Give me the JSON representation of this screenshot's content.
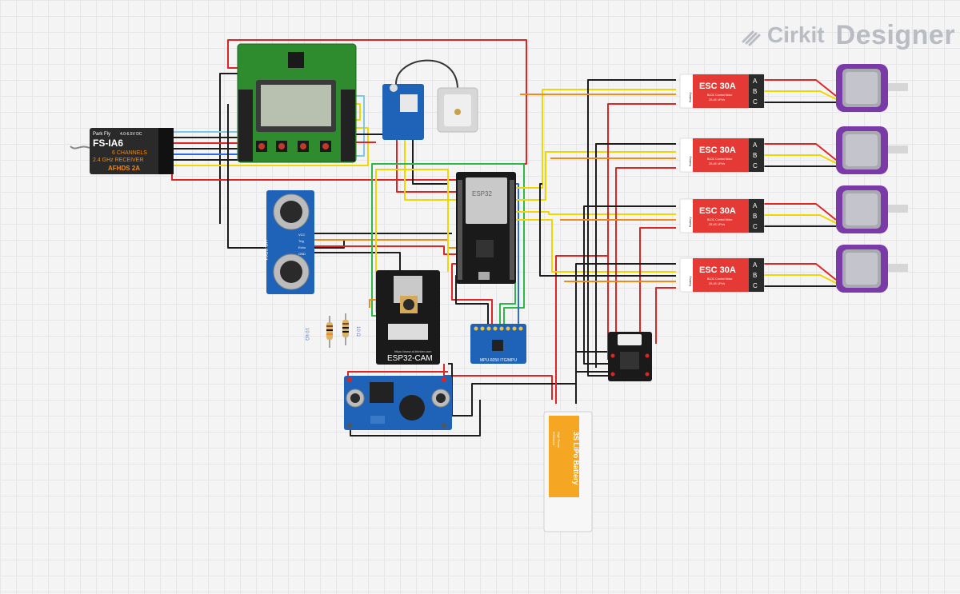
{
  "brand": {
    "name_part1": "Cirkit",
    "name_part2": "Designer"
  },
  "components": {
    "receiver": {
      "brand": "Park Fly",
      "model": "FS-IA6",
      "spec_line": "4.0-6.5V DC",
      "channels": "6 CHANNELS",
      "band": "2.4 GHz RECEIVER",
      "feature": "AFHDS 2A"
    },
    "esp32_cam": {
      "label": "ESP32-CAM",
      "url": "https://www.ai-thinker.com"
    },
    "esp32_devkit": {
      "label": "ESP32"
    },
    "ultrasonic": {
      "label": "HC-SR04",
      "pins": [
        "VCC",
        "Trig",
        "Echo",
        "GND"
      ]
    },
    "imu": {
      "label": "MPU-6050 ITG/MPU"
    },
    "battery": {
      "title": "3S LiPo Battery",
      "line1": "High Power",
      "line2": "5000mAh"
    },
    "resistors": [
      {
        "value": "10 kΩ"
      },
      {
        "value": "10 Ω"
      }
    ],
    "escs": [
      {
        "title": "ESC 30A",
        "line1": "BLDC Control Motor",
        "line2": "2S-4S LiPo's",
        "side": "Battery",
        "phases": [
          "A",
          "B",
          "C"
        ]
      },
      {
        "title": "ESC 30A",
        "line1": "BLDC Control Motor",
        "line2": "2S-4S LiPo's",
        "side": "Battery",
        "phases": [
          "A",
          "B",
          "C"
        ]
      },
      {
        "title": "ESC 30A",
        "line1": "BLDC Control Motor",
        "line2": "2S-4S LiPo's",
        "side": "Battery",
        "phases": [
          "A",
          "B",
          "C"
        ]
      },
      {
        "title": "ESC 30A",
        "line1": "BLDC Control Motor",
        "line2": "2S-4S LiPo's",
        "side": "Battery",
        "phases": [
          "A",
          "B",
          "C"
        ]
      }
    ]
  },
  "colors": {
    "wire_red": "#e02424",
    "wire_black": "#1c1c1c",
    "wire_yellow": "#f2d600",
    "wire_green": "#2fb84a",
    "wire_blue": "#2d6be0",
    "wire_lightblue": "#7ec8e3",
    "wire_orange": "#f08a1a",
    "wire_gray": "#9a9a9a",
    "esc_red": "#e53935",
    "board_green": "#2e8b2e",
    "board_blue": "#1e63b8",
    "motor_purple": "#7a3aa8",
    "battery_orange": "#f5a623"
  }
}
